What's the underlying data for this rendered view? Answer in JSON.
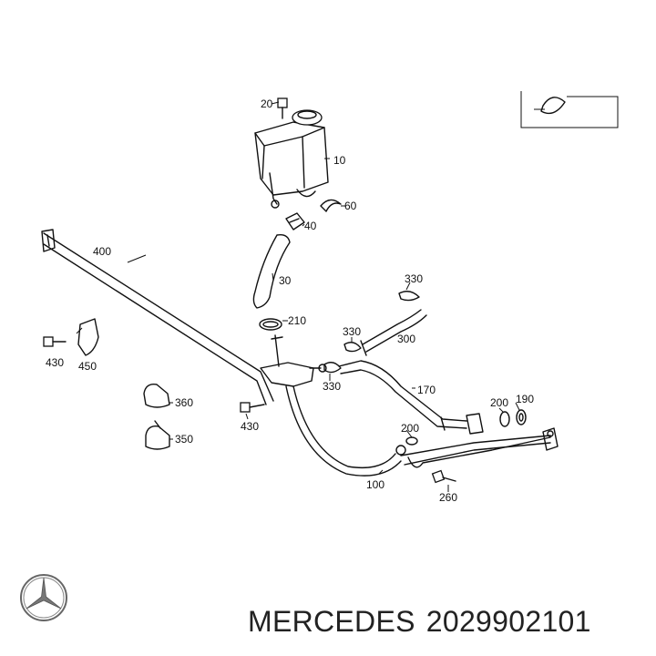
{
  "labels": {
    "p20": "20",
    "p10": "10",
    "p60": "60",
    "p40": "40",
    "p400": "400",
    "p30": "30",
    "p210": "210",
    "p330a": "330",
    "p300": "300",
    "p330b": "330",
    "p330c": "330",
    "p430a": "430",
    "p450": "450",
    "p360": "360",
    "p430b": "430",
    "p170": "170",
    "p200a": "200",
    "p190": "190",
    "p350": "350",
    "p200b": "200",
    "p100": "100",
    "p260": "260"
  },
  "caption": {
    "brand": "MERCEDES",
    "part_number": "2029902101"
  },
  "logo": {
    "icon": "mercedes-star-icon"
  }
}
